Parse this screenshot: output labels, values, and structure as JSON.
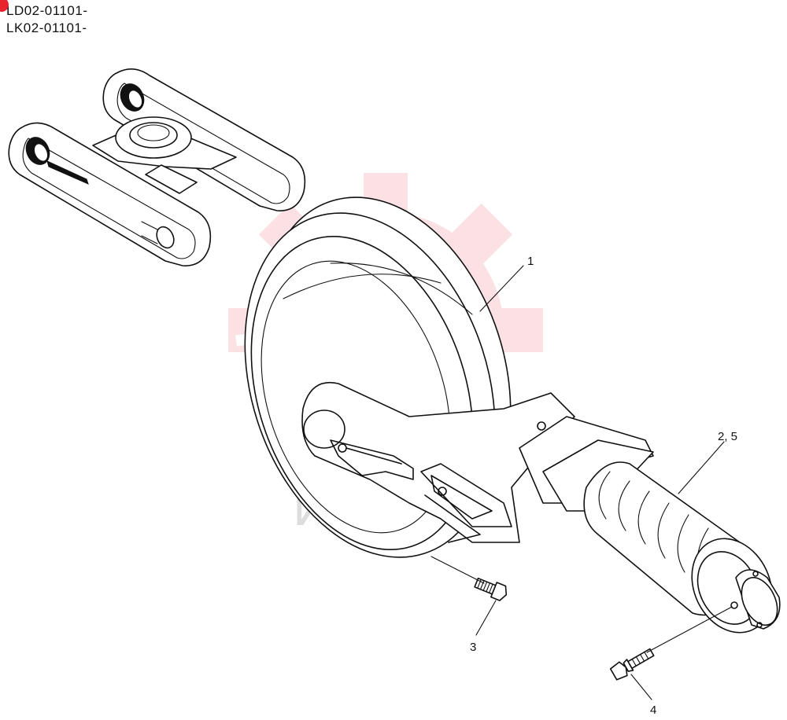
{
  "header": {
    "serial_1": "LD02-01101-",
    "serial_2": "LK02-01101-"
  },
  "watermark": {
    "text": "ИНТЕХ",
    "color": "#e8232e"
  },
  "callouts": [
    {
      "id": "1",
      "label": "1"
    },
    {
      "id": "2-5",
      "label": "2, 5"
    },
    {
      "id": "3",
      "label": "3"
    },
    {
      "id": "4",
      "label": "4"
    }
  ],
  "icons": {
    "corner_marker": "red-dot-icon",
    "undercarriage": "track-frame-thumbnail-icon"
  }
}
